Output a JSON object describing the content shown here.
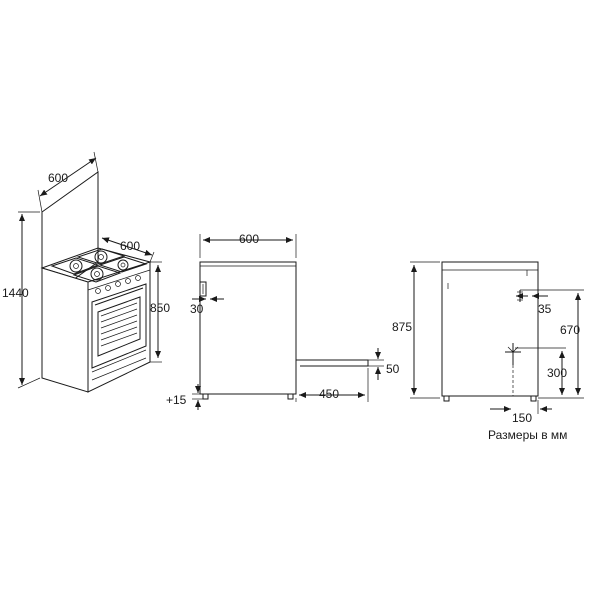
{
  "figure1": {
    "width_label": "600",
    "depth_label": "600",
    "lid_height_label": "1440",
    "body_height_label": "850"
  },
  "figure2": {
    "width_label": "600",
    "handle_label": "30",
    "adjust_label": "+15",
    "door_open_label": "450",
    "door_height_label": "50"
  },
  "figure3": {
    "height_label": "875",
    "conn_depth_label": "35",
    "conn_height_label": "670",
    "gas_height_label": "300",
    "gas_offset_label": "150"
  },
  "caption": "Размеры в мм",
  "colors": {
    "line": "#1a1a1a",
    "background": "#ffffff"
  }
}
